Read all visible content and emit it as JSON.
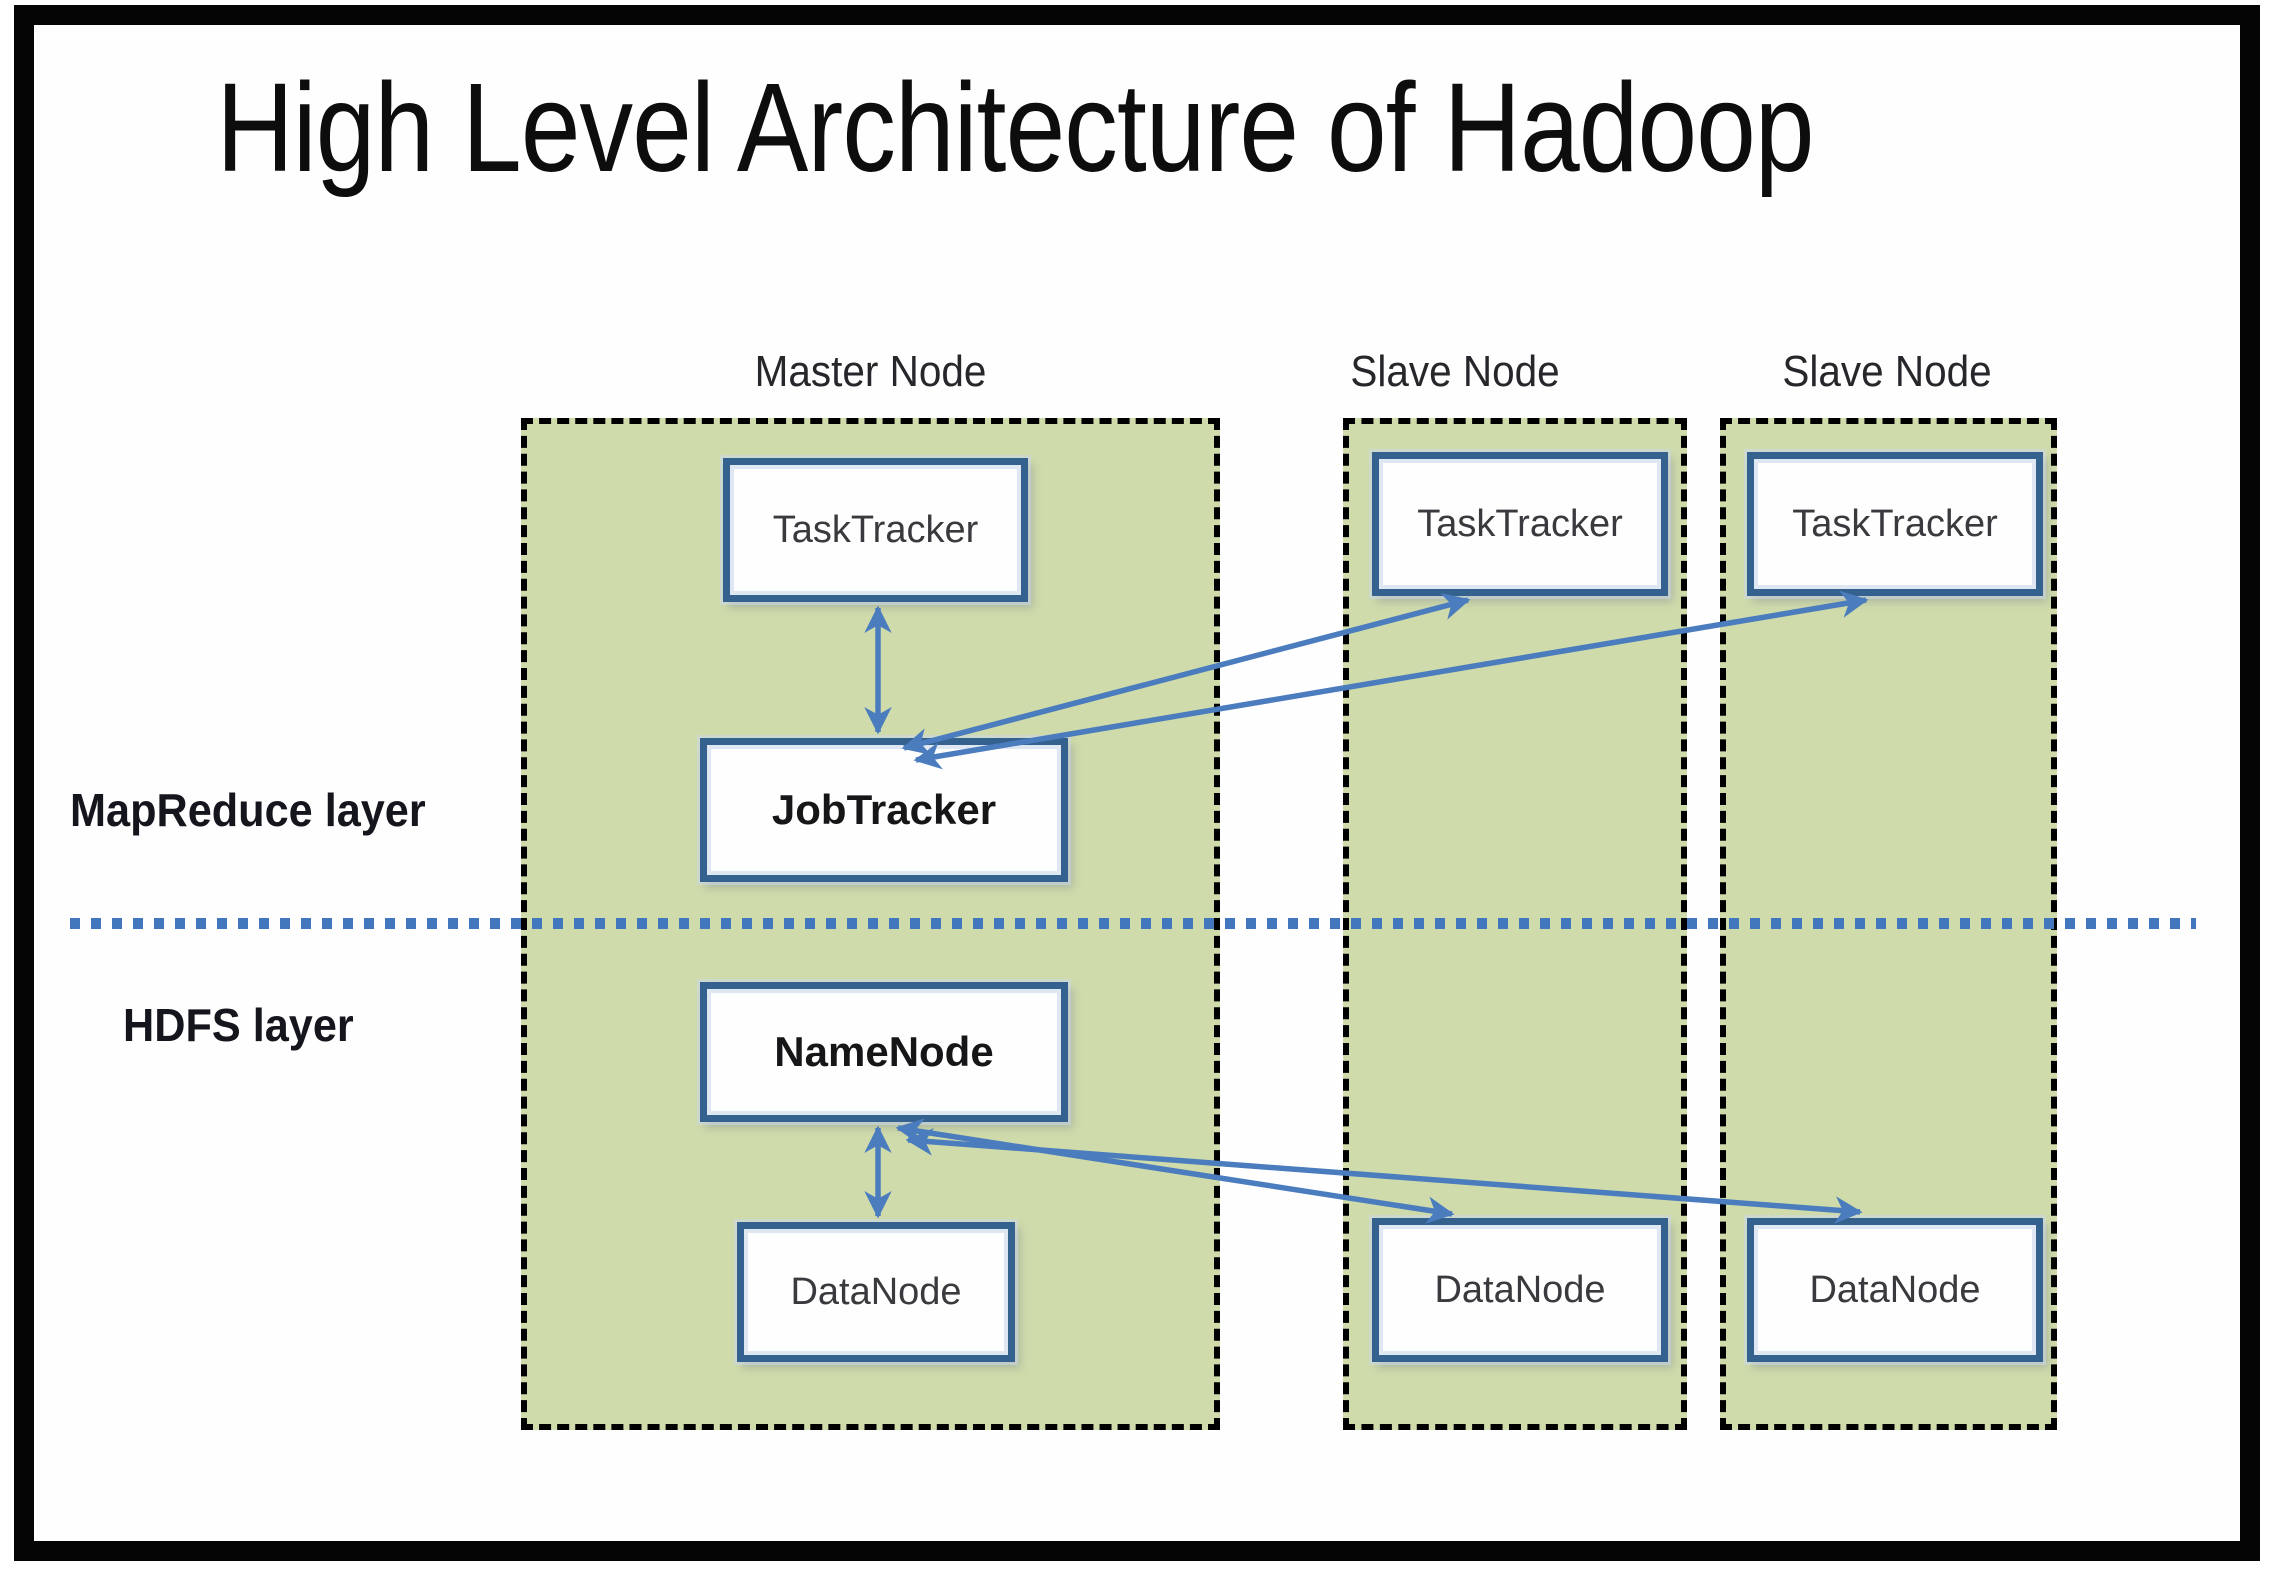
{
  "title": "High Level Architecture of Hadoop",
  "layer_labels": {
    "mapreduce": "MapReduce layer",
    "hdfs": "HDFS layer"
  },
  "columns": [
    {
      "id": "master",
      "label": "Master Node",
      "boxes": [
        {
          "id": "tasktracker",
          "label": "TaskTracker"
        },
        {
          "id": "jobtracker",
          "label": "JobTracker"
        },
        {
          "id": "namenode",
          "label": "NameNode"
        },
        {
          "id": "datanode",
          "label": "DataNode"
        }
      ]
    },
    {
      "id": "slave1",
      "label": "Slave Node",
      "boxes": [
        {
          "id": "tasktracker",
          "label": "TaskTracker"
        },
        {
          "id": "datanode",
          "label": "DataNode"
        }
      ]
    },
    {
      "id": "slave2",
      "label": "Slave Node",
      "boxes": [
        {
          "id": "tasktracker",
          "label": "TaskTracker"
        },
        {
          "id": "datanode",
          "label": "DataNode"
        }
      ]
    }
  ],
  "connections": [
    {
      "from": "master.tasktracker",
      "to": "master.jobtracker",
      "bidirectional": true
    },
    {
      "from": "master.jobtracker",
      "to": "slave1.tasktracker",
      "bidirectional": true
    },
    {
      "from": "master.jobtracker",
      "to": "slave2.tasktracker",
      "bidirectional": true
    },
    {
      "from": "master.namenode",
      "to": "master.datanode",
      "bidirectional": true
    },
    {
      "from": "master.namenode",
      "to": "slave1.datanode",
      "bidirectional": true
    },
    {
      "from": "master.namenode",
      "to": "slave2.datanode",
      "bidirectional": true
    }
  ],
  "colors": {
    "frame_black": "#050505",
    "container_green": "#cfdbaa",
    "box_border_blue": "#35618f",
    "box_inner_line": "#dfe7f2",
    "arrow_blue": "#4a7cbe",
    "divider_dot_blue": "#4276bd",
    "title_text": "#0d0d0d"
  }
}
